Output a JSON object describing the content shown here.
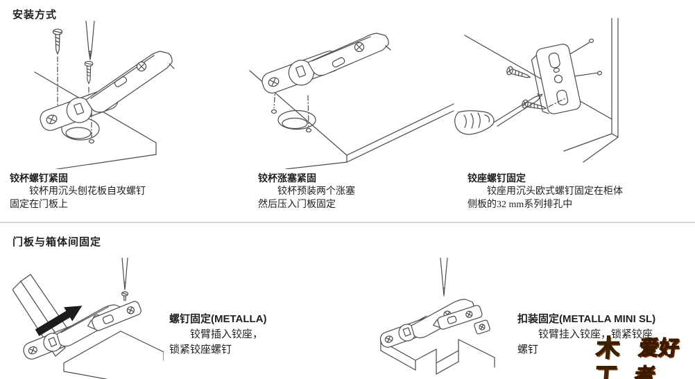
{
  "page": {
    "background": "#ffffff",
    "line_color": "#4a4a4a",
    "divider_color": "#d4d4d4"
  },
  "install": {
    "title": "安装方式",
    "captions": [
      {
        "title": "铰杯螺钉紧固",
        "line1": "铰杯用沉头刨花板自攻螺钉",
        "line2": "固定在门板上"
      },
      {
        "title": "铰杯涨塞紧固",
        "line1": "铰杯预装两个涨塞",
        "line2": "然后压入门板固定"
      },
      {
        "title": "铰座螺钉固定",
        "line1": "铰座用沉头欧式螺钉固定在柜体",
        "line2": "侧板的32 mm系列排孔中"
      }
    ]
  },
  "door_fixing": {
    "title": "门板与箱体间固定",
    "captions": [
      {
        "title": "螺钉固定(METALLA)",
        "line1": "铰臂插入铰座，",
        "line2": "锁紧铰座螺钉"
      },
      {
        "title": "扣装固定(METALLA MINI SL)",
        "line1": "铰臂挂入铰座，锁紧铰座",
        "line2": "螺钉"
      }
    ]
  },
  "figures": {
    "fig1": "hinge-cup-fixed-with-screws-on-door-panel",
    "fig2": "hinge-cup-fixed-with-dowels-on-door-panel",
    "fig3": "mounting-plate-screwed-to-cabinet-side",
    "fig4": "hinge-arm-slide-onto-plate-metalla",
    "fig5": "hinge-arm-clip-onto-plate-metalla-mini-sl"
  },
  "watermark": {
    "icon_text": "木工",
    "text": "爱好者",
    "color_main": "#ee5214",
    "color_icon": "#d8870e"
  }
}
